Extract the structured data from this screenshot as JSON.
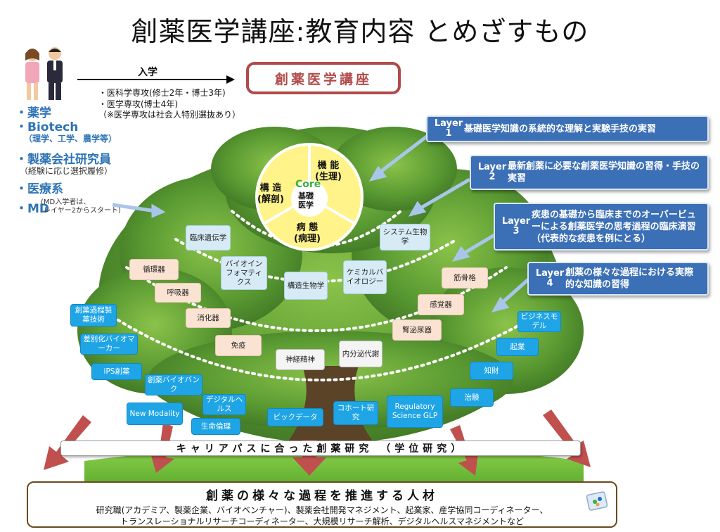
{
  "title": "創薬医学講座:教育内容 とめざすもの",
  "admission": {
    "arrow_label": "入学",
    "course_name": "創薬医学講座",
    "lines": [
      "・医科学専攻(修士2年・博士3年)",
      "・医学専攻(博士4年)",
      "（※医学専攻は社会人特別選抜あり）"
    ]
  },
  "left_column": {
    "pharmacy": "・薬学",
    "biotech": "・Biotech",
    "biotech_sub": "（理学、工学、農学等）",
    "company": "・製薬会社研究員",
    "company_sub": "（経験に応じ選択履修）",
    "medical": "・医療系",
    "md": "・MD",
    "md_sub_1": "(MD入学者は、",
    "md_sub_2": "レイヤー2からスタート)"
  },
  "layers": [
    {
      "tag1": "Layer",
      "tag2": "1",
      "text": "基礎医学知識の系統的な理解と実験手技の実習"
    },
    {
      "tag1": "Layer",
      "tag2": "2",
      "text": "最新創薬に必要な創薬医学知識の習得・手技の実習"
    },
    {
      "tag1": "Layer",
      "tag2": "3",
      "text": "疾患の基礎から臨床までのオーバービューによる創薬医学の思考過程の臨床演習（代表的な疾患を例にとる）"
    },
    {
      "tag1": "Layer",
      "tag2": "4",
      "text": "創薬の様々な過程における実際的な知識の習得"
    }
  ],
  "core": {
    "label": "Core",
    "center_1": "基礎",
    "center_2": "医学",
    "function_1": "機 能",
    "function_2": "(生理)",
    "structure_1": "構 造",
    "structure_2": "(解剖)",
    "pathology_1": "病 態",
    "pathology_2": "(病理)"
  },
  "layer2_boxes": {
    "clinical_genetics": "臨床遺伝学",
    "bioinformatics": "バイオインフォマティクス",
    "structural_biology": "構造生物学",
    "chemical_biology": "ケミカルバイオロジー",
    "systems_biology": "システム生物学"
  },
  "layer3_boxes": {
    "circulatory": "循環器",
    "respiratory": "呼吸器",
    "digestive": "消化器",
    "immunity": "免疫",
    "neuropsych": "神経精神",
    "endocrine": "内分泌代謝",
    "urology": "腎泌尿器",
    "sensory": "感覚器",
    "musculoskeletal": "筋骨格"
  },
  "layer4_boxes": {
    "process": "創薬過程製薬技術",
    "differentiated_bio": "差別化バイオマーカー",
    "ips": "iPS創薬",
    "drug_bio_bank": "創薬バイオバンク",
    "new_modality": "New Modality",
    "digital_health": "デジタルヘルス",
    "bioethics": "生命倫理",
    "big_data": "ビックデータ",
    "cohort": "コホート研究",
    "regulatory": "Regulatory Science GLP",
    "clinical_trial": "治験",
    "ip": "知財",
    "startup": "起業",
    "business_model": "ビジネスモデル"
  },
  "career_bar": "キャリアパスに合った創薬研究 （学位研究）",
  "talent": {
    "title": "創薬の様々な過程を推進する人材",
    "line1": "研究職(アカデミア、製薬企業、バイオベンチャー)、製薬会社開発マネジメント、起業家、産学協同コーディネーター、",
    "line2": "トランスレーショナルリサーチコーディネーター、大規模リサーチ解析、デジタルヘルスマネジメントなど"
  },
  "colors": {
    "course_border": "#b14a4a",
    "layer_blue": "#3b6fb6",
    "left_text_blue": "#2e74b5",
    "tree_green": "#4f8a2f",
    "arrow_red": "#c0504d",
    "core_yellow": "#fff38a",
    "l4_cyan": "#1fa5e6"
  }
}
